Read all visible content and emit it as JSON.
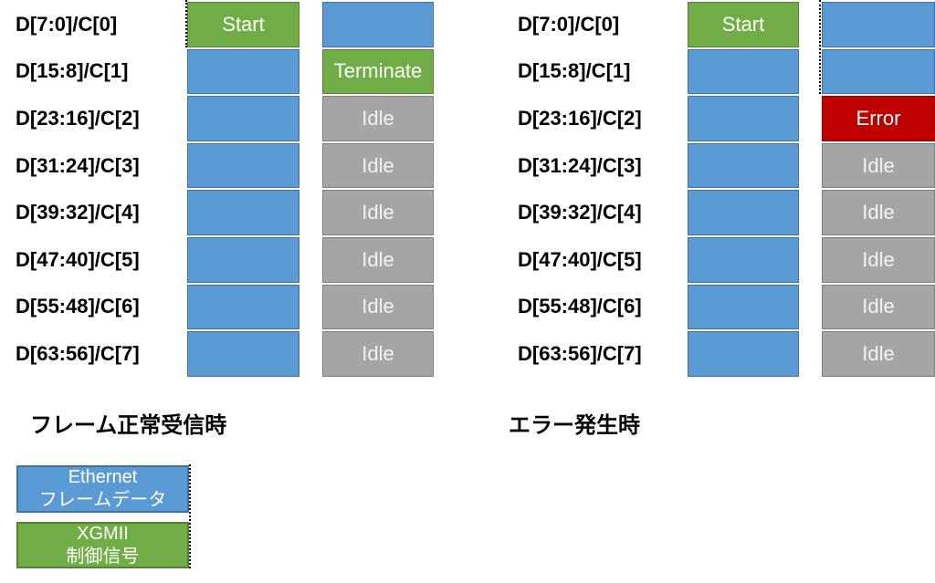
{
  "lanes": [
    "D[7:0]/C[0]",
    "D[15:8]/C[1]",
    "D[23:16]/C[2]",
    "D[31:24]/C[3]",
    "D[39:32]/C[4]",
    "D[47:40]/C[5]",
    "D[55:48]/C[6]",
    "D[63:56]/C[7]"
  ],
  "cell_types": {
    "data": {
      "bg": "#5B9BD5",
      "border": "#41719C",
      "text": "#FFFFFF"
    },
    "control": {
      "bg": "#70AD47",
      "border": "#548235",
      "text": "#FFFFFF"
    },
    "idle": {
      "bg": "#A5A5A5",
      "border": "#7F7F7F",
      "text": "#F2F2F2"
    },
    "error": {
      "bg": "#C00000",
      "border": "#9C0000",
      "text": "#FFFFFF"
    }
  },
  "diagrams": [
    {
      "name": "normal-reception",
      "caption": "フレーム正常受信時",
      "columns": [
        {
          "cells": [
            {
              "type": "control",
              "label": "Start"
            },
            {
              "type": "data",
              "label": ""
            },
            {
              "type": "data",
              "label": ""
            },
            {
              "type": "data",
              "label": ""
            },
            {
              "type": "data",
              "label": ""
            },
            {
              "type": "data",
              "label": ""
            },
            {
              "type": "data",
              "label": ""
            },
            {
              "type": "data",
              "label": ""
            }
          ]
        },
        {
          "cells": [
            {
              "type": "data",
              "label": ""
            },
            {
              "type": "control",
              "label": "Terminate"
            },
            {
              "type": "idle",
              "label": "Idle"
            },
            {
              "type": "idle",
              "label": "Idle"
            },
            {
              "type": "idle",
              "label": "Idle"
            },
            {
              "type": "idle",
              "label": "Idle"
            },
            {
              "type": "idle",
              "label": "Idle"
            },
            {
              "type": "idle",
              "label": "Idle"
            }
          ]
        }
      ]
    },
    {
      "name": "error-occurrence",
      "caption": "エラー発生時",
      "columns": [
        {
          "cells": [
            {
              "type": "control",
              "label": "Start"
            },
            {
              "type": "data",
              "label": ""
            },
            {
              "type": "data",
              "label": ""
            },
            {
              "type": "data",
              "label": ""
            },
            {
              "type": "data",
              "label": ""
            },
            {
              "type": "data",
              "label": ""
            },
            {
              "type": "data",
              "label": ""
            },
            {
              "type": "data",
              "label": ""
            }
          ]
        },
        {
          "cells": [
            {
              "type": "data",
              "label": ""
            },
            {
              "type": "data",
              "label": ""
            },
            {
              "type": "error",
              "label": "Error"
            },
            {
              "type": "idle",
              "label": "Idle"
            },
            {
              "type": "idle",
              "label": "Idle"
            },
            {
              "type": "idle",
              "label": "Idle"
            },
            {
              "type": "idle",
              "label": "Idle"
            },
            {
              "type": "idle",
              "label": "Idle"
            }
          ]
        }
      ]
    }
  ],
  "legend": {
    "items": [
      {
        "type": "data",
        "lines": [
          "Ethernet",
          "フレームデータ"
        ]
      },
      {
        "type": "control",
        "lines": [
          "XGMII",
          "制御信号"
        ]
      }
    ]
  }
}
